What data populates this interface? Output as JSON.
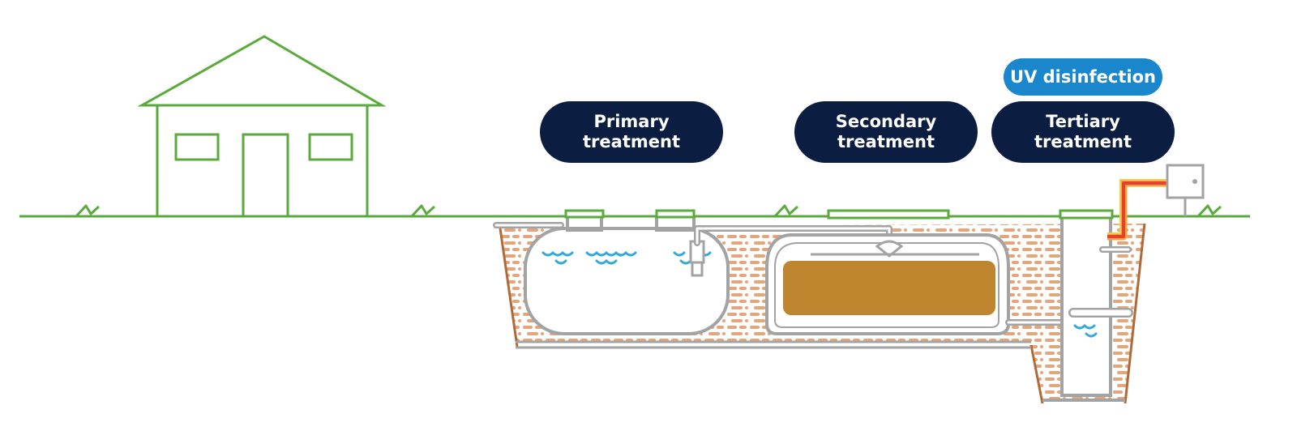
{
  "labels": {
    "primary": "Primary treatment",
    "secondary": "Secondary treatment",
    "tertiary": "Tertiary treatment",
    "uv": "UV disinfection"
  },
  "colors": {
    "house": "#5aaa3c",
    "ground": "#5aaa3c",
    "soil": "#e3a57b",
    "soil_edge": "#b06a37",
    "tank_outline": "#a3a3a3",
    "water": "#31a9df",
    "media": "#bf852e",
    "stage_pill": "#0b1e42",
    "uv_pill": "#1a87cc"
  }
}
